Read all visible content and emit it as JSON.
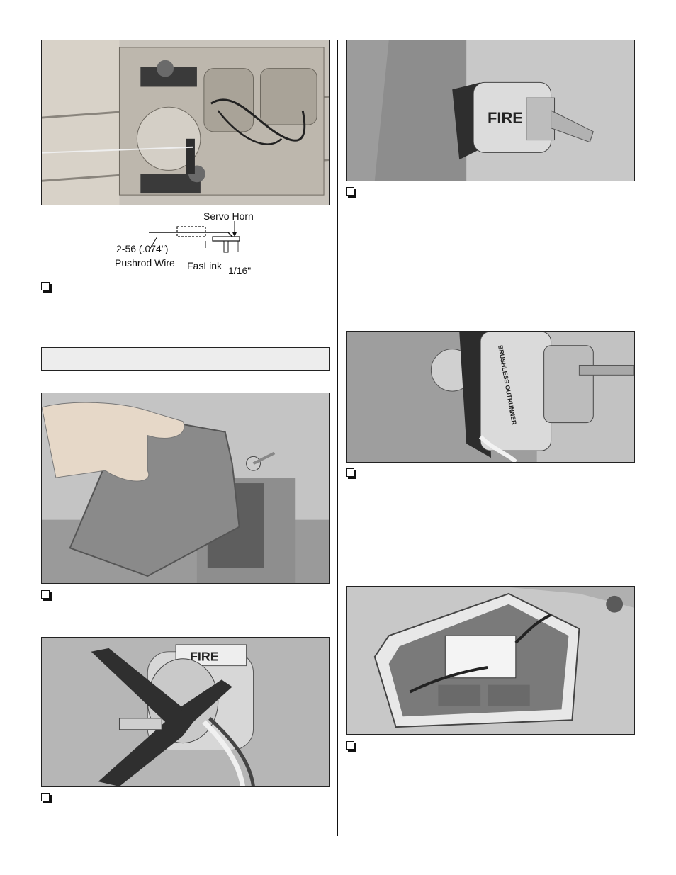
{
  "diagram": {
    "label_servo_horn": "Servo Horn",
    "label_pushrod_size": "2-56 (.074\")",
    "label_pushrod_wire": "Pushrod Wire",
    "label_faslink": "FasLink",
    "label_gap": "1/16\""
  },
  "photos": {
    "motor_label_brand": "FIRE",
    "motor_label_text": "BRUSHLESS OUTRUNNER"
  }
}
